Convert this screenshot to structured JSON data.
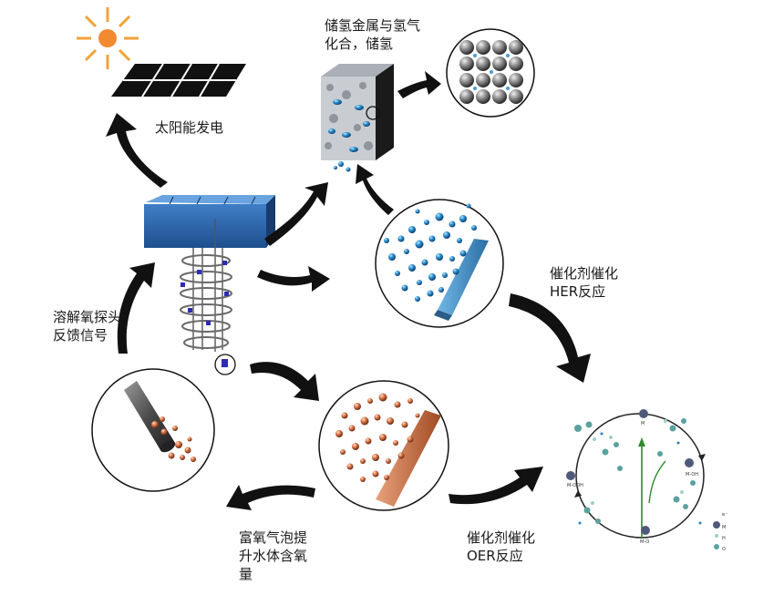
{
  "labels": {
    "solar": "太阳能发电",
    "storage": "储氢金属与氢气\n化合，储氢",
    "her": "催化剂催化\nHER反应",
    "oer": "催化剂催化\nOER反应",
    "do_probe": "溶解氧探头\n反馈信号",
    "bubble": "富氧气泡提\n升水体含氧\n量"
  },
  "cycle": {
    "center": "M",
    "mooh": "M-OOH",
    "moh": "M-OH",
    "mo": "M-O",
    "legend_e": "e⁻",
    "legend_m": "M",
    "legend_h": "H",
    "legend_o": "O"
  },
  "icons": [
    "sun-icon",
    "solar-panel-icon",
    "metal-cube-icon",
    "lattice-icon",
    "float-device-icon",
    "her-electrode-icon",
    "oer-electrode-icon",
    "bubble-tube-icon",
    "catalytic-cycle-icon"
  ]
}
